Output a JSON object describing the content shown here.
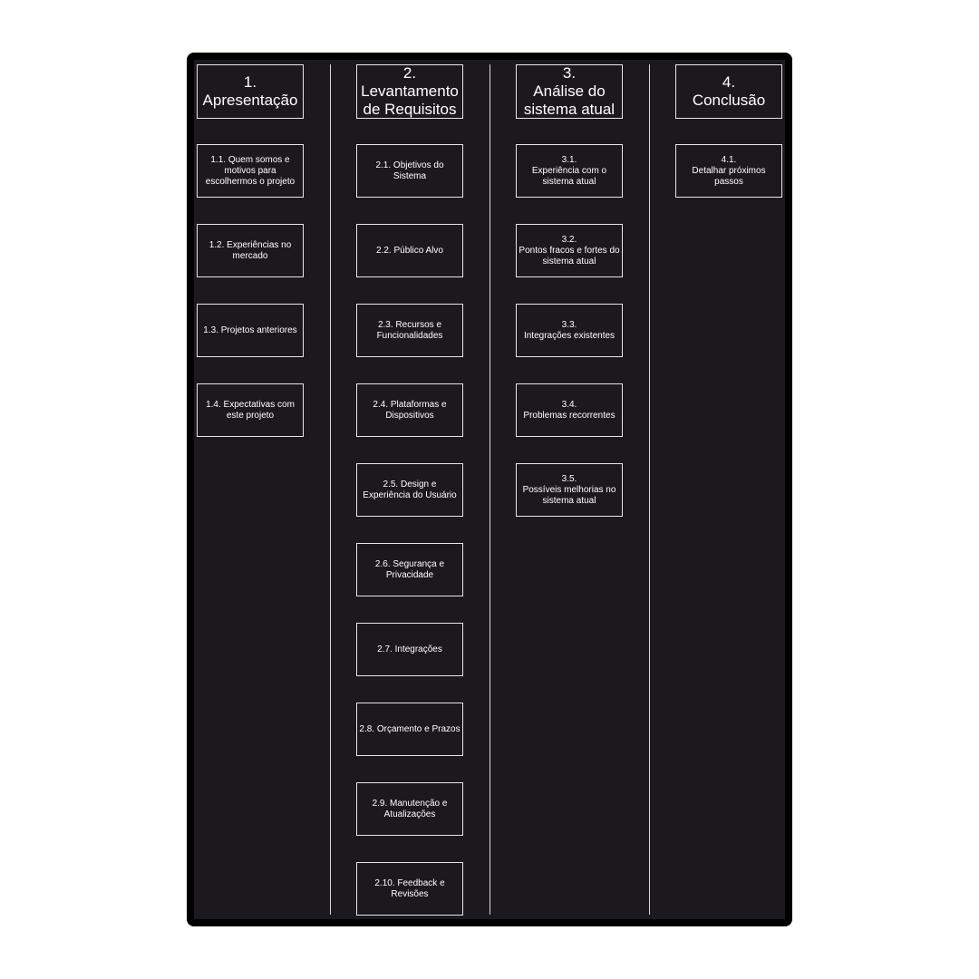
{
  "columns": [
    {
      "title": "1.\nApresentação",
      "items": [
        "1.1. Quem somos e\nmotivos para\nescolhermos o projeto",
        "1.2. Experiências no\nmercado",
        "1.3. Projetos anteriores",
        "1.4. Expectativas com\neste projeto"
      ]
    },
    {
      "title": "2.\nLevantamento\nde Requisitos",
      "items": [
        "2.1. Objetivos do\nSistema",
        "2.2. Público Alvo",
        "2.3. Recursos e\nFuncionalidades",
        "2.4. Plataformas e\nDispositivos",
        "2.5. Design e\nExperiência do Usuário",
        "2.6. Segurança e\nPrivacidade",
        "2.7. Integrações",
        "2.8. Orçamento e Prazos",
        "2.9. Manutenção e\nAtualizações",
        "2.10. Feedback e\nRevisões"
      ]
    },
    {
      "title": "3.\nAnálise do\nsistema atual",
      "items": [
        "3.1.\nExperiência com o\nsistema atual",
        "3.2.\nPontos fracos e fortes do\nsistema atual",
        "3.3.\nIntegrações existentes",
        "3.4.\nProblemas recorrentes",
        "3.5.\nPossíveis melhorias no\nsistema atual"
      ]
    },
    {
      "title": "4.\nConclusão",
      "items": [
        "4.1.\nDetalhar próximos\npassos"
      ]
    }
  ]
}
